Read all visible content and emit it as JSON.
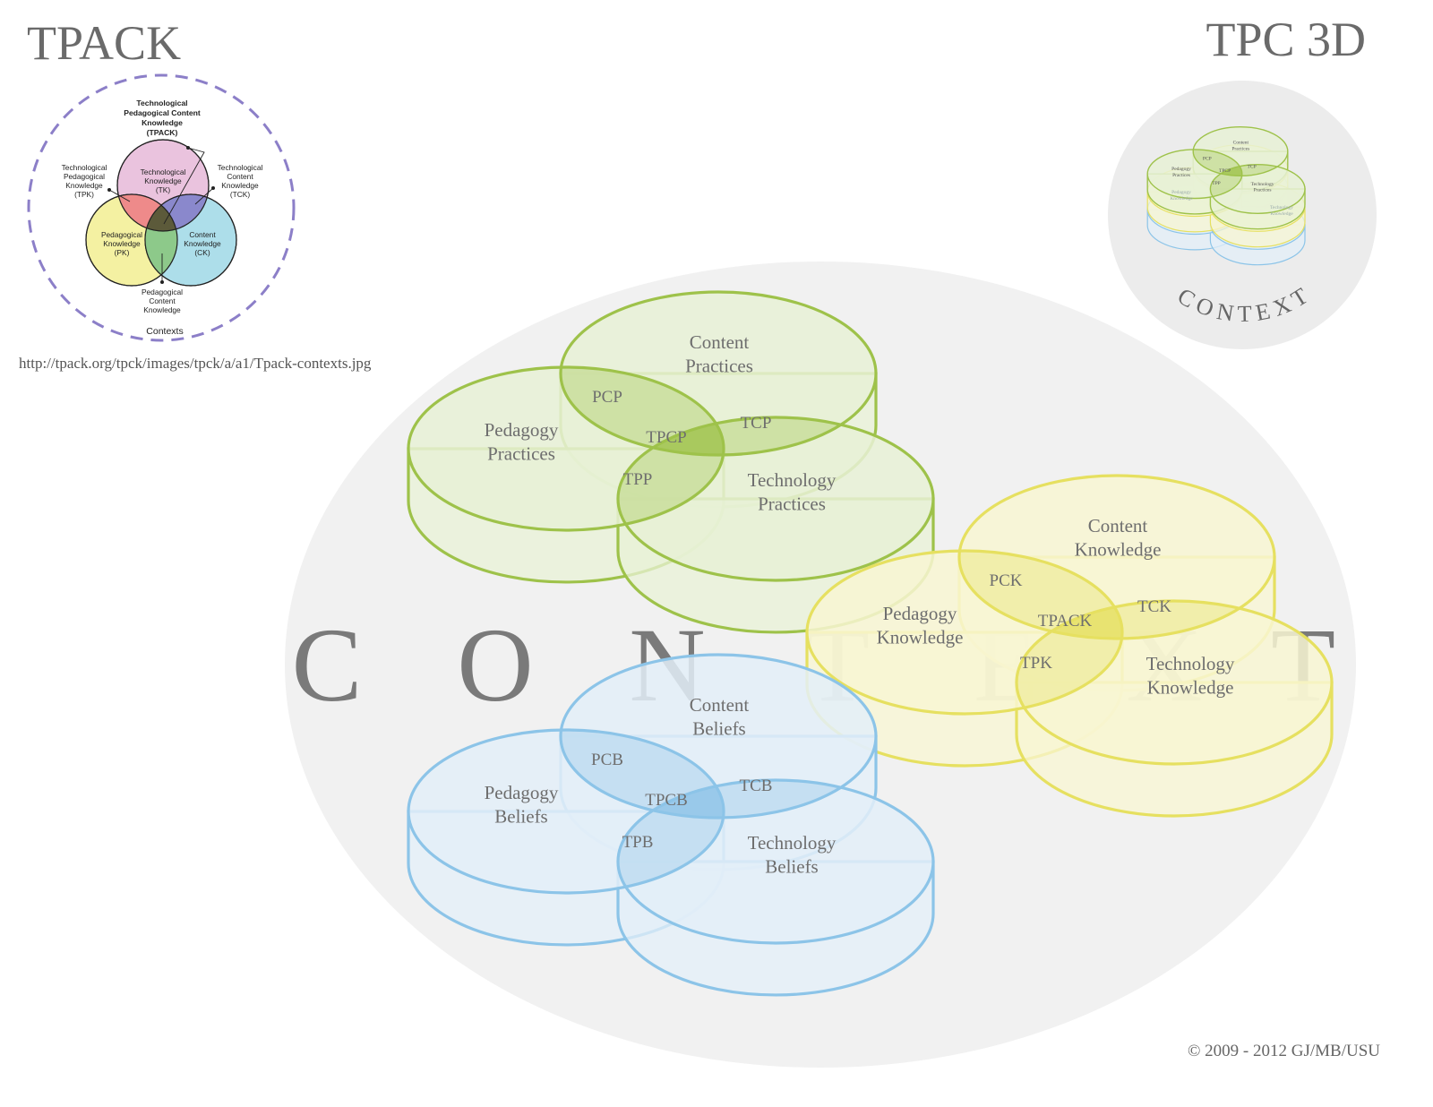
{
  "titles": {
    "tpack": "TPACK",
    "tpc3d": "TPC 3D"
  },
  "source_url": "http://tpack.org/tpck/images/tpck/a/a1/Tpack-contexts.jpg",
  "copyright": "© 2009 - 2012 GJ/MB/USU",
  "context_letters": [
    "C",
    "O",
    "N",
    "T",
    "E",
    "X",
    "T"
  ],
  "small_context": "C O N T E X T",
  "tpack_diagram": {
    "top_label": [
      "Technological",
      "Pedagogical Content",
      "Knowledge",
      "(TPACK)"
    ],
    "tpk": [
      "Technological",
      "Pedagogical",
      "Knowledge",
      "(TPK)"
    ],
    "tck": [
      "Technological",
      "Content",
      "Knowledge",
      "(TCK)"
    ],
    "tk": [
      "Technological",
      "Knowledge",
      "(TK)"
    ],
    "pk": [
      "Pedagogical",
      "Knowledge",
      "(PK)"
    ],
    "ck": [
      "Content",
      "Knowledge",
      "(CK)"
    ],
    "pck": [
      "Pedagogical",
      "Content",
      "Knowledge"
    ],
    "contexts": "Contexts"
  },
  "mini": {
    "content": [
      "Content",
      "Practices"
    ],
    "pedagogy": [
      "Pedagogy",
      "Practices"
    ],
    "technology": [
      "Technology",
      "Practices"
    ],
    "ghost_pedagogy": [
      "Pedagogy",
      "Knowledge"
    ],
    "ghost_technology": [
      "Technology",
      "Knowledge"
    ],
    "pcp": "PCP",
    "tcp": "TCP",
    "tpcp": "TPCP",
    "tpp": "TPP"
  },
  "groups": {
    "practices": {
      "color": "#9ec24a",
      "fill": "#e8f1d6",
      "content": [
        "Content",
        "Practices"
      ],
      "pedagogy": [
        "Pedagogy",
        "Practices"
      ],
      "technology": [
        "Technology",
        "Practices"
      ],
      "pc": "PCP",
      "tc": "TCP",
      "tpc": "TPCP",
      "tp": "TPP"
    },
    "knowledge": {
      "color": "#e6e060",
      "fill": "#f8f6d2",
      "content": [
        "Content",
        "Knowledge"
      ],
      "pedagogy": [
        "Pedagogy",
        "Knowledge"
      ],
      "technology": [
        "Technology",
        "Knowledge"
      ],
      "pc": "PCK",
      "tc": "TCK",
      "tpc": "TPACK",
      "tp": "TPK"
    },
    "beliefs": {
      "color": "#8cc4e8",
      "fill": "#e3eff8",
      "content": [
        "Content",
        "Beliefs"
      ],
      "pedagogy": [
        "Pedagogy",
        "Beliefs"
      ],
      "technology": [
        "Technology",
        "Beliefs"
      ],
      "pc": "PCB",
      "tc": "TCB",
      "tpc": "TPCB",
      "tp": "TPB"
    }
  }
}
